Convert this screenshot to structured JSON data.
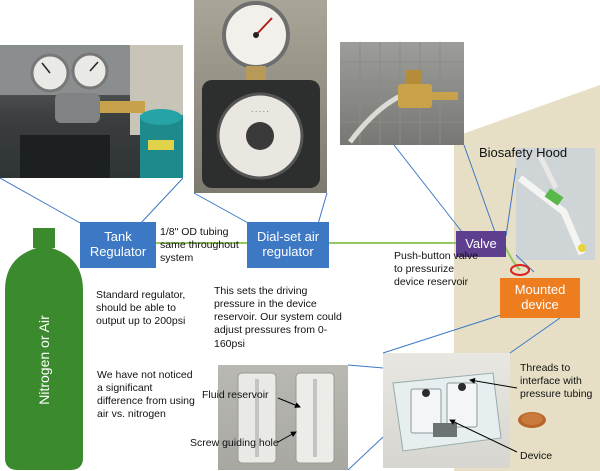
{
  "colors": {
    "box_blue": "#3d78c4",
    "valve_purple": "#5e3f8f",
    "mounted_orange": "#ee7d1f",
    "cylinder_green": "#3c8a2e",
    "hood_tan": "#e6dfc6",
    "tube_green": "#94c861",
    "line_blue": "#3d78c4"
  },
  "icons": [
    "pressure-gauge-icon",
    "gas-cylinder-icon",
    "valve-photo-icon",
    "reservoir-photo-icon",
    "device-photo-icon",
    "penny-icon"
  ],
  "nodes": {
    "tank_regulator": "Tank Regulator",
    "dial_regulator": "Dial-set air regulator",
    "valve": "Valve",
    "mounted_device": "Mounted device",
    "cylinder_label": "Nitrogen or Air"
  },
  "labels": {
    "biosafety_hood": "Biosafety Hood",
    "tubing_note": "1/8\" OD tubing same throughout system",
    "push_button_note": "Push-button valve to pressurize device reservoir",
    "standard_regulator_note": "Standard regulator, should be able to output up to 200psi",
    "driving_pressure_note": "This sets the driving pressure in the device reservoir. Our system could adjust pressures from 0-160psi",
    "air_vs_nitrogen_note": "We have not noticed a significant difference from using air vs. nitrogen",
    "fluid_reservoir": "Fluid reservoir",
    "screw_hole": "Screw guiding hole",
    "threads_note": "Threads to interface with pressure tubing",
    "device": "Device"
  }
}
